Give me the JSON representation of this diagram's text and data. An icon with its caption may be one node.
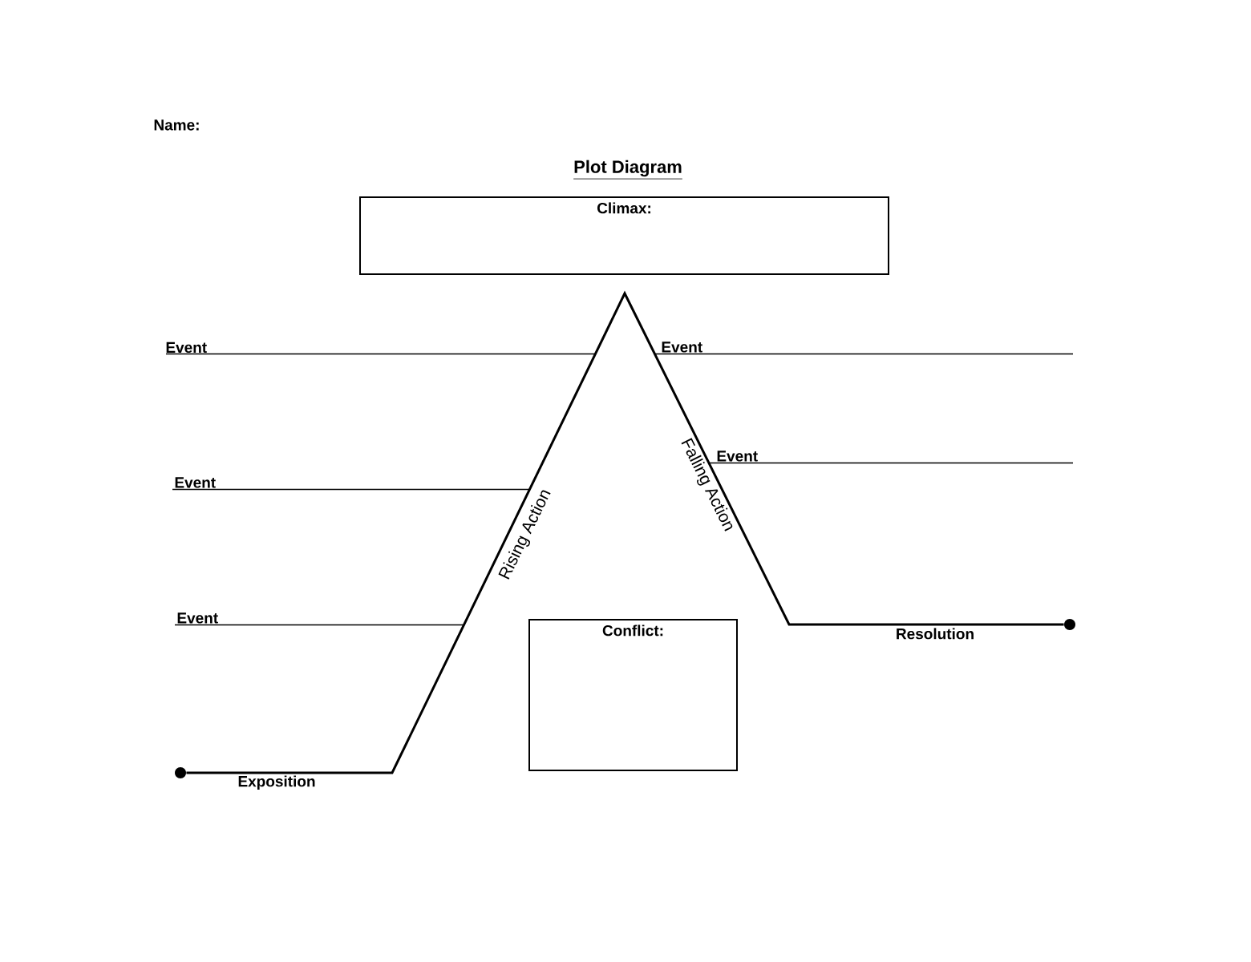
{
  "diagram": {
    "title": "Plot Diagram",
    "nodes": [
      {
        "text": [
          "Climax:"
        ]
      },
      {
        "text": [
          "Conflict:"
        ]
      },
      {
        "text": [],
        "shape": "circle"
      },
      {
        "text": [],
        "shape": "circle"
      }
    ],
    "edges": [
      {
        "from": 2,
        "to": 3,
        "arrow": "none"
      }
    ],
    "labels": [
      "Name:",
      "Event",
      "Event",
      "Event",
      "Event",
      "Falling Action",
      "Rising Action",
      "Event",
      "Resolution",
      "Exposition"
    ]
  }
}
